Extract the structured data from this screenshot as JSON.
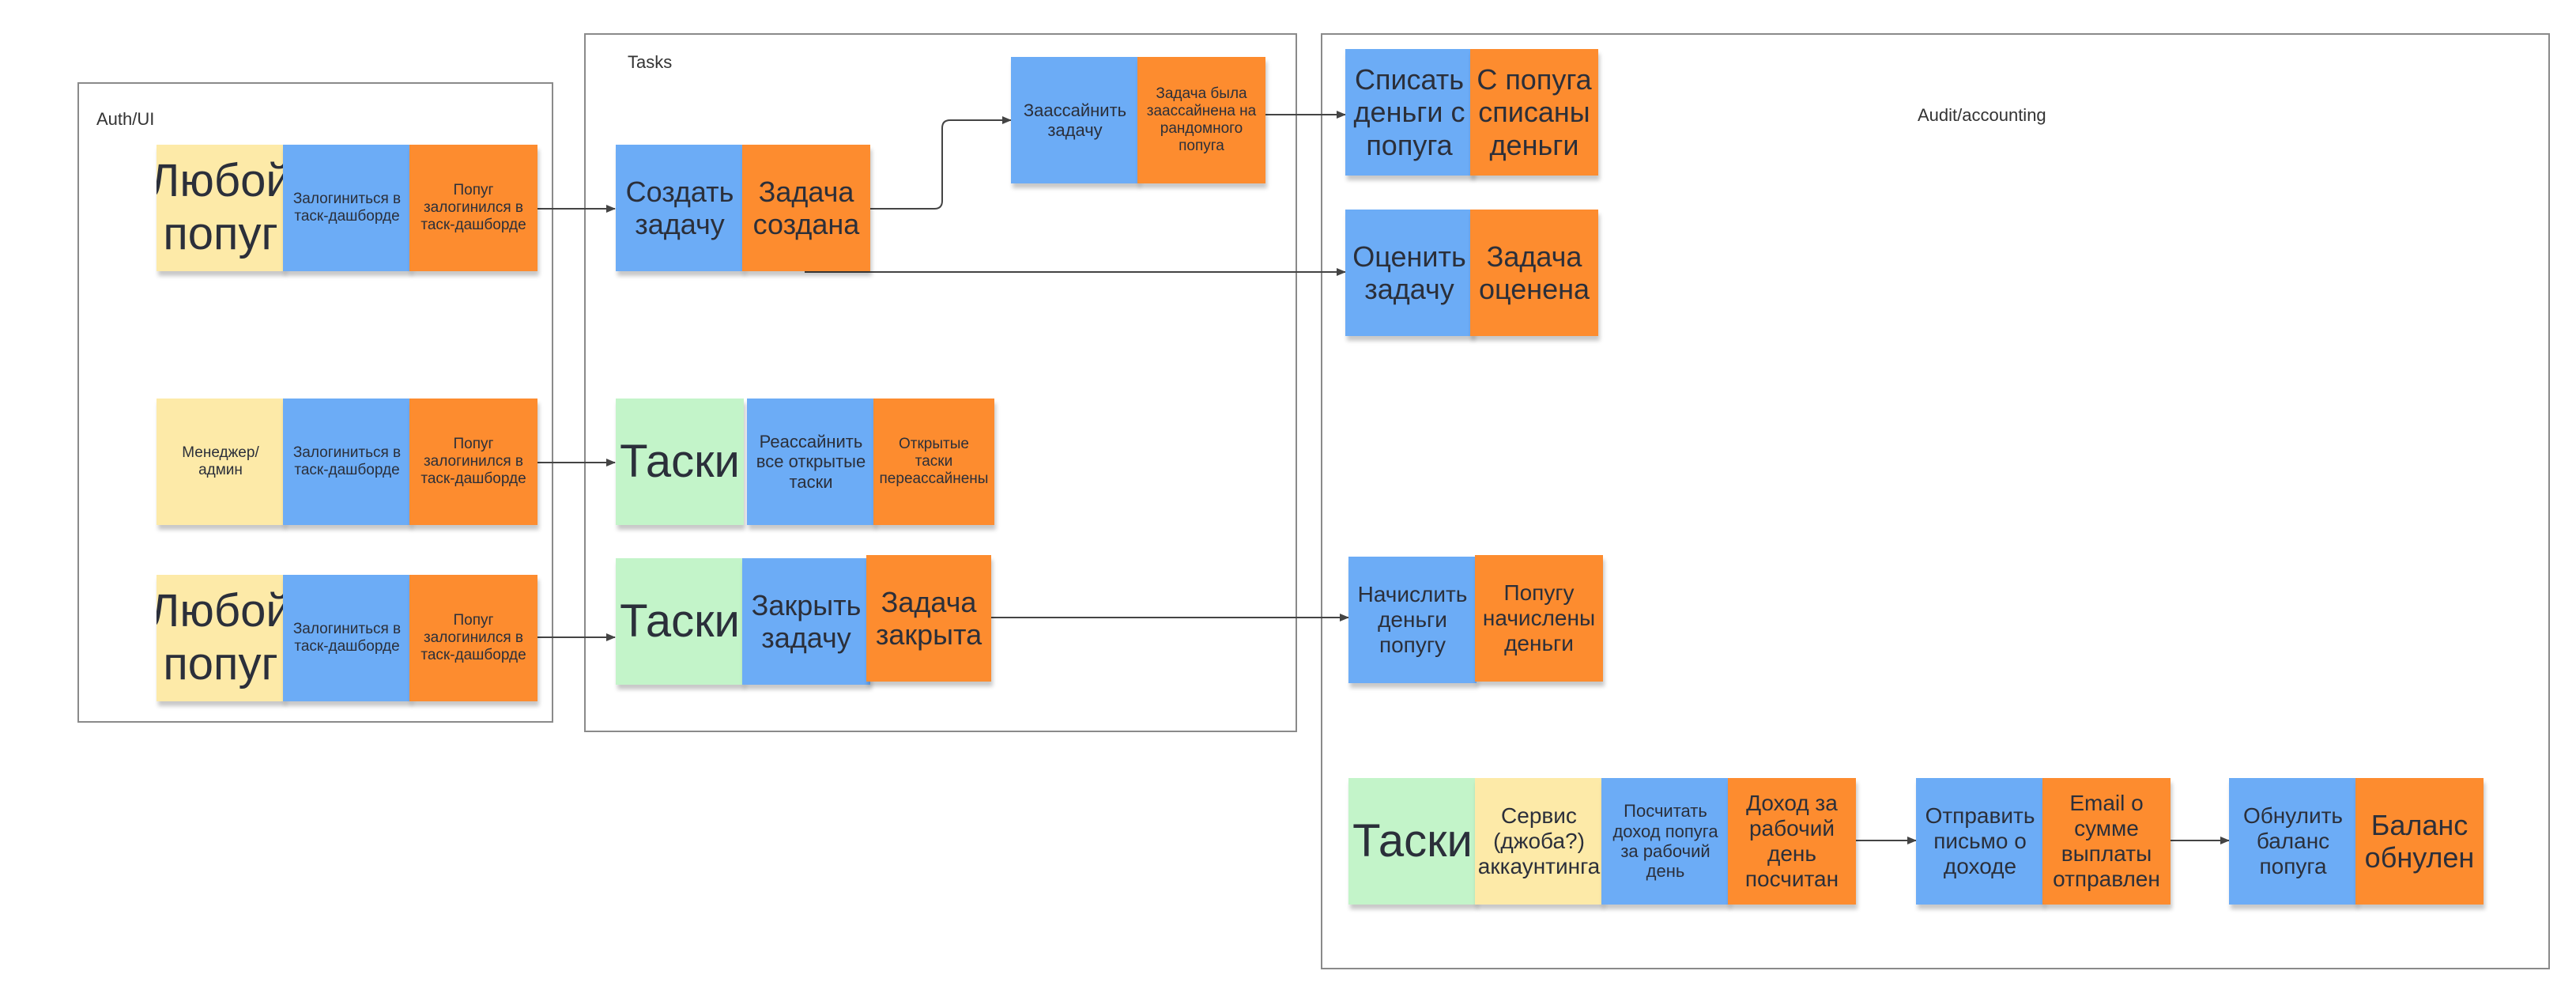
{
  "colors": {
    "yellow": "#fdeaa8",
    "blue": "#6cacf6",
    "orange": "#fd8c2f",
    "green": "#c3f4c9",
    "frame_border": "#8a8a8a",
    "connector": "#444444"
  },
  "frames": {
    "auth": {
      "title": "Auth/UI"
    },
    "tasks": {
      "title": "Tasks"
    },
    "audit": {
      "title": "Audit/accounting"
    }
  },
  "auth": {
    "row1": {
      "actor": "Любой попуг",
      "command": "Залогиниться в таск-дашборде",
      "event": "Попуг залогинился в таск-дашборде"
    },
    "row2": {
      "actor": "Менеджер/админ",
      "command": "Залогиниться в таск-дашборде",
      "event": "Попуг залогинился в таск-дашборде"
    },
    "row3": {
      "actor": "Любой попуг",
      "command": "Залогиниться в таск-дашборде",
      "event": "Попуг залогинился в таск-дашборде"
    }
  },
  "tasks": {
    "create": {
      "command": "Создать задачу",
      "event": "Задача создана"
    },
    "assign": {
      "command": "Заассайнить задачу",
      "event": "Задача была заассайнена на рандомного попуга"
    },
    "reassign": {
      "read_model": "Таски",
      "command": "Реассайнить все открытые таски",
      "event": "Открытые таски переассайнены"
    },
    "close": {
      "read_model": "Таски",
      "command": "Закрыть задачу",
      "event": "Задача закрыта"
    }
  },
  "audit": {
    "charge": {
      "command": "Списать деньги с попуга",
      "event": "С попуга списаны деньги"
    },
    "estimate": {
      "command": "Оценить задачу",
      "event": "Задача оценена"
    },
    "payout": {
      "command": "Начислить деньги попугу",
      "event": "Попугу начислены деньги"
    },
    "daily": {
      "read_model": "Таски",
      "actor": "Сервис (джоба?) аккаунтинга",
      "command": "Посчитать доход попуга за рабочий день",
      "event": "Доход за рабочий день посчитан"
    },
    "email": {
      "command": "Отправить письмо о доходе",
      "event": "Email о сумме выплаты отправлен"
    },
    "reset": {
      "command": "Обнулить баланс попуга",
      "event": "Баланс обнулен"
    }
  }
}
